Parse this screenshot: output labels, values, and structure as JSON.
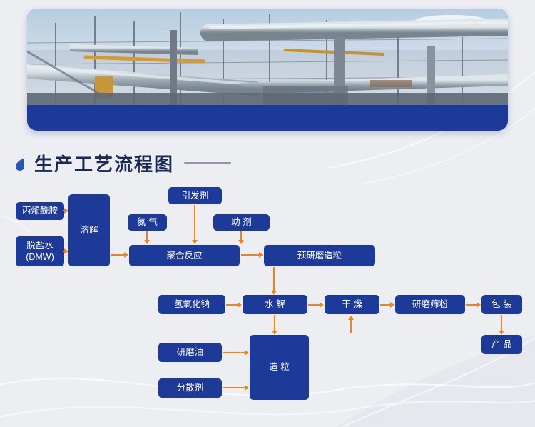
{
  "theme": {
    "page_bg": "#edeef2",
    "box_color": "#1e3a99",
    "arrow_color": "#f08418",
    "hero_bar_color": "#1e3a99",
    "title_color": "#1a2a52",
    "dash_color": "#8d97a6",
    "bullet_color": "#2a57b5"
  },
  "title": {
    "text": "生产工艺流程图"
  },
  "flow": {
    "nodes": {
      "acrylamide": {
        "label": "丙烯酰胺"
      },
      "demin_water": {
        "line1": "脱盐水",
        "line2": "(DMW)"
      },
      "dissolve": {
        "label": "溶解"
      },
      "initiator": {
        "label": "引发剂"
      },
      "nitrogen": {
        "label": "氮 气"
      },
      "auxiliary": {
        "label": "助 剂"
      },
      "polymerization": {
        "label": "聚合反应"
      },
      "pre_grind_granulation": {
        "label": "预研磨造粒"
      },
      "naoh": {
        "label": "氢氧化钠"
      },
      "hydrolysis": {
        "label": "水 解"
      },
      "drying": {
        "label": "干 燥"
      },
      "grind_sieve": {
        "label": "研磨筛粉"
      },
      "packaging": {
        "label": "包 装"
      },
      "product": {
        "label": "产 品"
      },
      "grinding_oil": {
        "label": "研磨油"
      },
      "dispersant": {
        "label": "分散剂"
      },
      "granulation": {
        "label": "造 粒"
      }
    },
    "connections": [
      {
        "from": "丙烯酰胺",
        "to": "溶解"
      },
      {
        "from": "脱盐水(DMW)",
        "to": "溶解"
      },
      {
        "from": "溶解",
        "to": "聚合反应"
      },
      {
        "from": "引发剂",
        "to": "聚合反应"
      },
      {
        "from": "氮气",
        "to": "聚合反应"
      },
      {
        "from": "助剂",
        "to": "聚合反应"
      },
      {
        "from": "聚合反应",
        "to": "预研磨造粒"
      },
      {
        "from": "预研磨造粒",
        "to": "水解"
      },
      {
        "from": "氢氧化钠",
        "to": "水解"
      },
      {
        "from": "水解",
        "to": "干燥"
      },
      {
        "from": "水解",
        "to": "造粒"
      },
      {
        "from": "研磨油",
        "to": "造粒"
      },
      {
        "from": "分散剂",
        "to": "造粒"
      },
      {
        "from": "造粒",
        "to": "干燥"
      },
      {
        "from": "干燥",
        "to": "研磨筛粉"
      },
      {
        "from": "研磨筛粉",
        "to": "包装"
      },
      {
        "from": "包装",
        "to": "产品"
      }
    ]
  }
}
